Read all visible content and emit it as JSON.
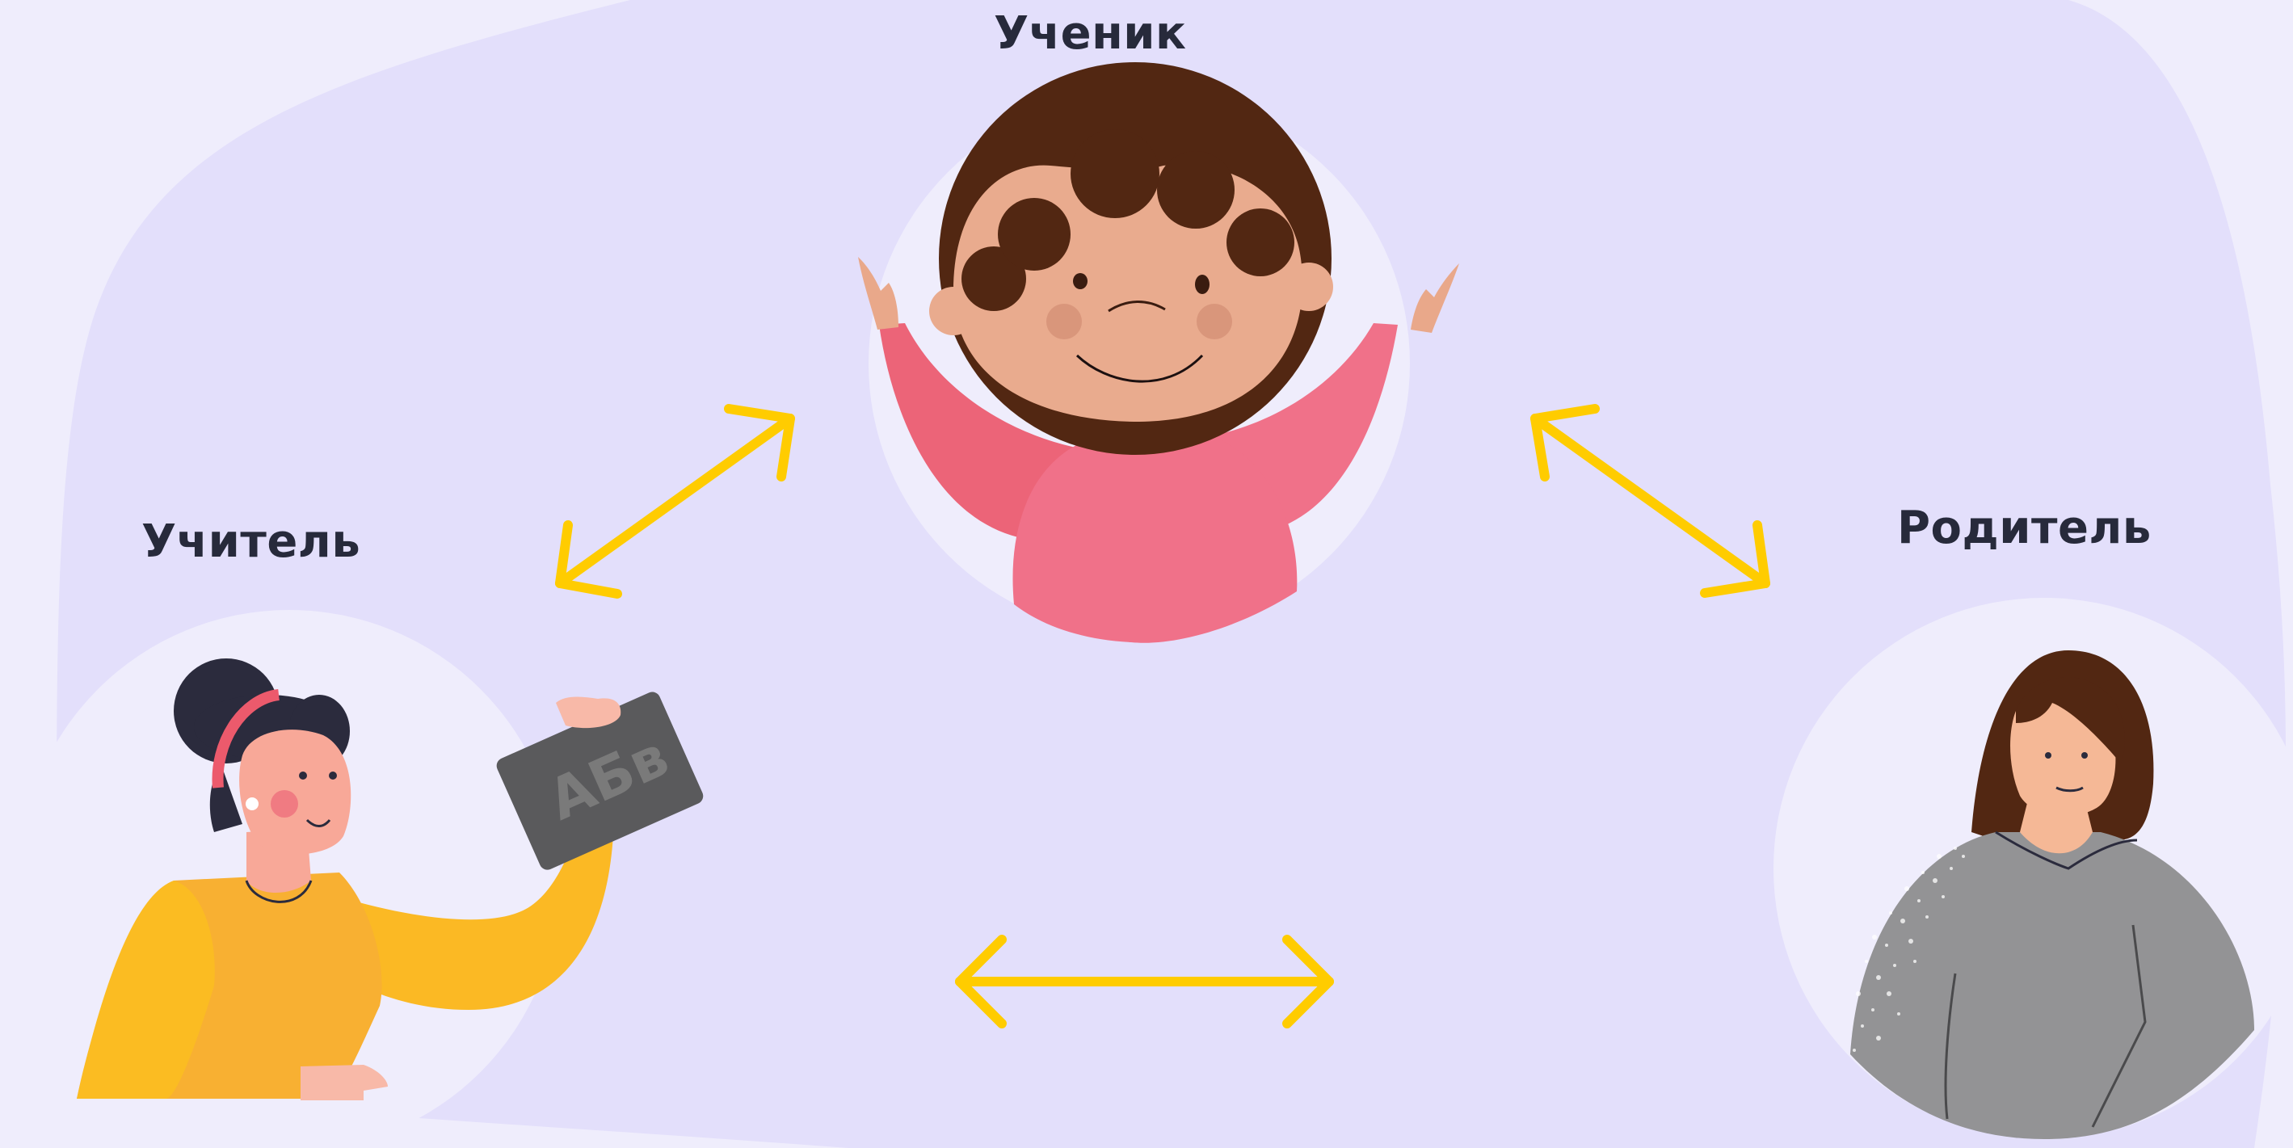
{
  "roles": {
    "student": {
      "label": "Ученик"
    },
    "teacher": {
      "label": "Учитель"
    },
    "parent": {
      "label": "Родитель"
    }
  },
  "teacher_board_text": "АБв",
  "colors": {
    "background_outer": "#efedfc",
    "background_blob": "#e3dffb",
    "circle": "#efedfc",
    "arrow": "#ffcc00",
    "label_text": "#272a3b"
  },
  "connections": [
    {
      "from": "teacher",
      "to": "student",
      "type": "bidirectional-arrow"
    },
    {
      "from": "student",
      "to": "parent",
      "type": "bidirectional-arrow"
    },
    {
      "from": "teacher",
      "to": "parent",
      "type": "bidirectional-arrow"
    }
  ]
}
